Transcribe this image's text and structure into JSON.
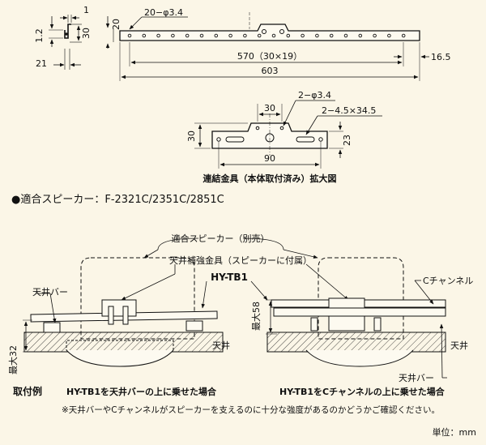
{
  "labels": {
    "dim_1_2": "1.2",
    "dim_1": "1",
    "dim_30_side": "30",
    "dim_20_side": "20",
    "dim_21": "21",
    "dim_holes": "20−φ3.4",
    "dim_570": "570（30×19）",
    "dim_603": "603",
    "dim_16_5": "16.5",
    "dim_2_phi": "2−φ3.4",
    "dim_30_top": "30",
    "dim_slots": "2−4.5×34.5",
    "dim_30_left": "30",
    "dim_23": "23",
    "dim_90": "90",
    "detail_caption": "連結金具（本体取付済み）拡大図",
    "applicable_speakers": "●適合スピーカー：F-2321C/2351C/2851C",
    "speaker_separate": "適合スピーカー（別売）",
    "ceiling_reinforcement": "天井補強金具（スピーカーに付属）",
    "product_model": "HY-TB1",
    "ceiling_bar_left": "天井バー",
    "c_channel": "Cチャンネル",
    "ceiling_left": "天井",
    "ceiling_right": "天井",
    "ceiling_bar_right": "天井バー",
    "max_32": "最大32",
    "max_58": "最大58",
    "install_example": "取付例",
    "case_ceiling_bar": "HY-TB1を天井バーの上に乗せた場合",
    "case_c_channel": "HY-TB1をCチャンネルの上に乗せた場合",
    "note": "※天井バーやCチャンネルがスピーカーを支えるのに十分な強度があるのかどうかご確認ください。",
    "unit": "単位：mm"
  }
}
